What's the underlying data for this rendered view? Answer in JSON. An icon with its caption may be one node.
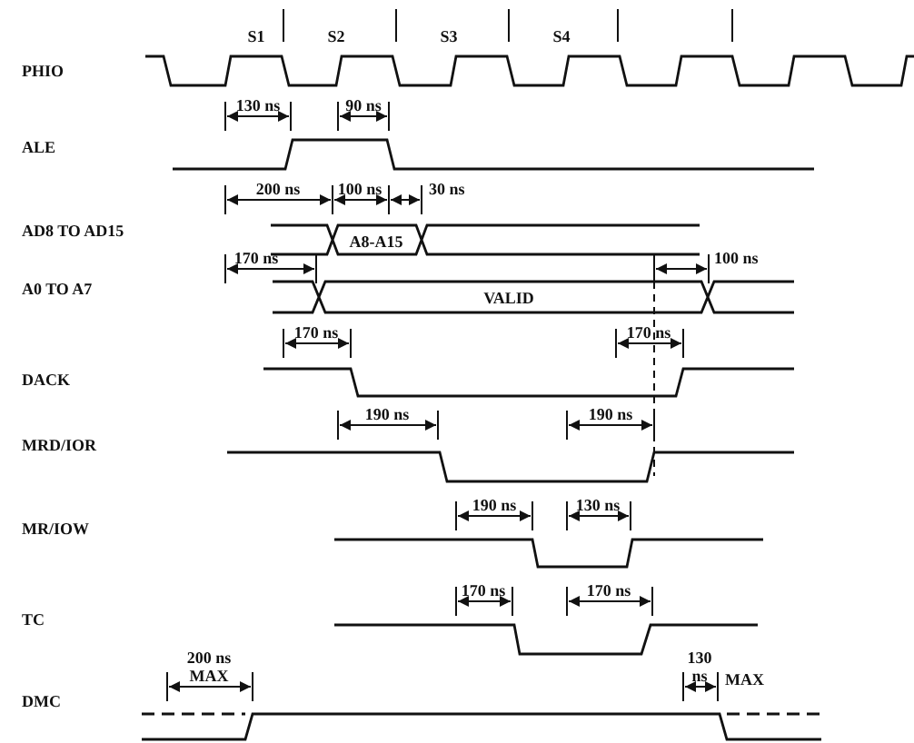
{
  "diagram": {
    "labels": [
      "S1",
      "S2",
      "S3",
      "S4",
      "PHIO",
      "130 ns",
      "90 ns",
      "ALE",
      "200 ns",
      "100 ns",
      "30 ns",
      "AD8 TO AD15",
      "A8-A15",
      "170 ns",
      "100 ns",
      "A0 TO A7",
      "VALID",
      "170 ns",
      "170 ns",
      "DACK",
      "190 ns",
      "190 ns",
      "MRD/IOR",
      "190 ns",
      "130 ns",
      "MR/IOW",
      "170 ns",
      "170 ns",
      "TC",
      "200 ns MAX",
      "130 ns",
      "MAX",
      "DMC"
    ]
  }
}
